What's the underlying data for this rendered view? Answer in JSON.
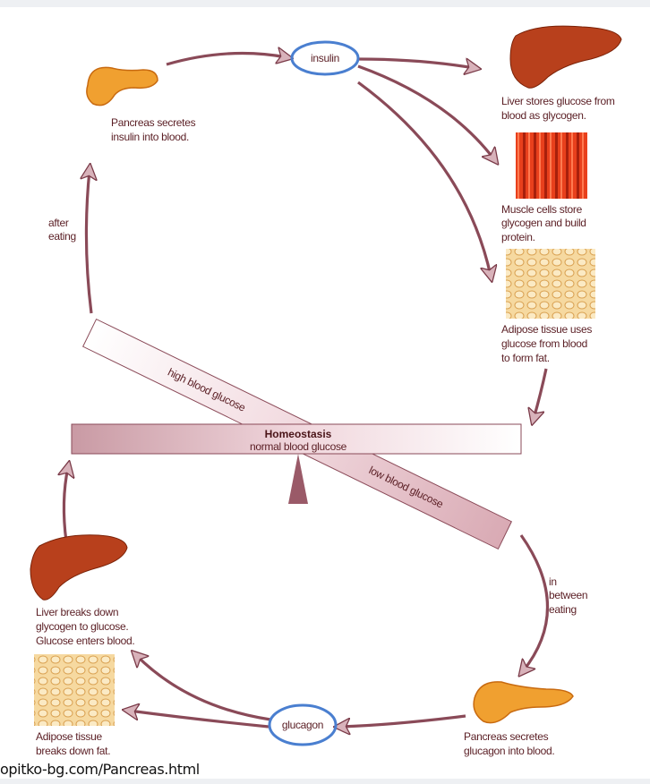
{
  "source": "opitko-bg.com/Pancreas.html",
  "hormones": {
    "insulin": "insulin",
    "glucagon": "glucagon"
  },
  "highlight_color": "#4a7fd0",
  "arrow_color": "#cfa5ae",
  "text_color": "#5a1e24",
  "top": {
    "pancreas": [
      "Pancreas secretes",
      "insulin into blood."
    ],
    "liver": [
      "Liver stores glucose from",
      "blood as glycogen."
    ],
    "muscle": [
      "Muscle cells store",
      "glycogen and build",
      "protein."
    ],
    "adipose": [
      "Adipose tissue uses",
      "glucose from blood",
      "to form fat."
    ],
    "trigger": [
      "after",
      "eating"
    ]
  },
  "balance": {
    "title": "Homeostasis",
    "subtitle": "normal blood glucose",
    "high": "high blood glucose",
    "low": "low blood glucose"
  },
  "bottom": {
    "liver": [
      "Liver breaks down",
      "glycogen to glucose.",
      "Glucose enters blood."
    ],
    "adipose": [
      "Adipose tissue",
      "breaks down fat."
    ],
    "pancreas": [
      "Pancreas secretes",
      "glucagon into blood."
    ],
    "trigger": [
      "in",
      "between",
      "eating"
    ]
  }
}
